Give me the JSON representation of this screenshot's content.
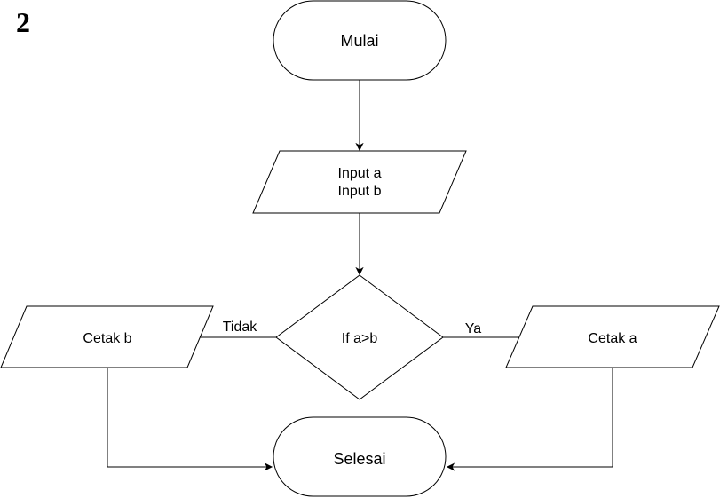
{
  "page_number": "2",
  "nodes": {
    "start": {
      "label": "Mulai",
      "shape": "terminator"
    },
    "input": {
      "lines": [
        "Input a",
        "Input b"
      ],
      "shape": "parallelogram"
    },
    "decision": {
      "label": "If a>b",
      "shape": "diamond"
    },
    "print_b": {
      "label": "Cetak b",
      "shape": "parallelogram"
    },
    "print_a": {
      "label": "Cetak a",
      "shape": "parallelogram"
    },
    "end": {
      "label": "Selesai",
      "shape": "terminator"
    }
  },
  "edges": {
    "no_label": "Tidak",
    "yes_label": "Ya"
  },
  "colors": {
    "stroke": "#000000",
    "fill": "#ffffff",
    "text": "#000000"
  }
}
